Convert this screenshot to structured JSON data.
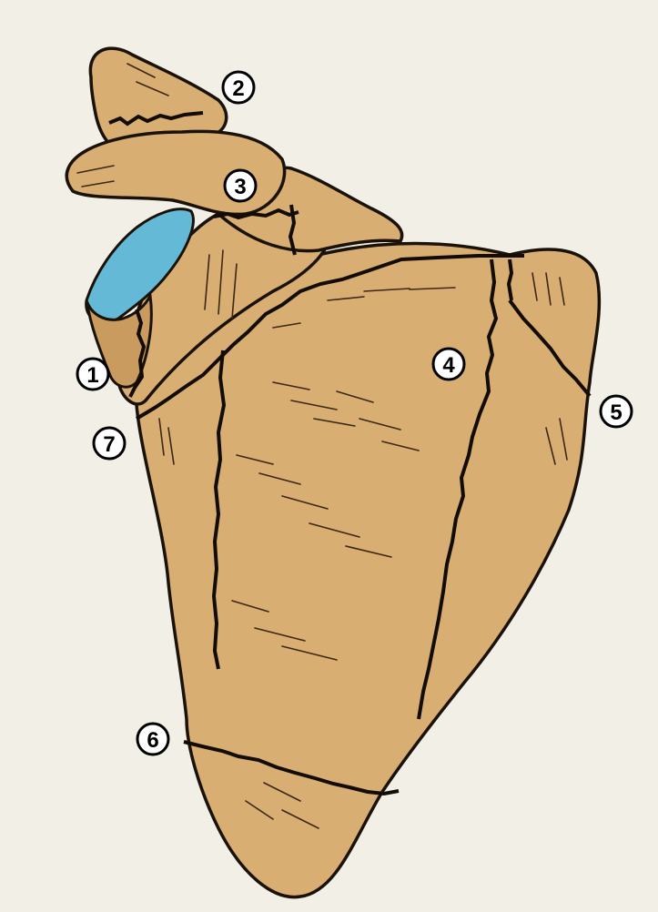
{
  "colors": {
    "background": "#f1efe6",
    "bone": "#d9ae72",
    "cartilage": "#63b9d6",
    "outline": "#1a1208"
  },
  "labels": [
    {
      "id": "1",
      "text": "1"
    },
    {
      "id": "2",
      "text": "2"
    },
    {
      "id": "3",
      "text": "3"
    },
    {
      "id": "4",
      "text": "4"
    },
    {
      "id": "5",
      "text": "5"
    },
    {
      "id": "6",
      "text": "6"
    },
    {
      "id": "7",
      "text": "7"
    }
  ]
}
